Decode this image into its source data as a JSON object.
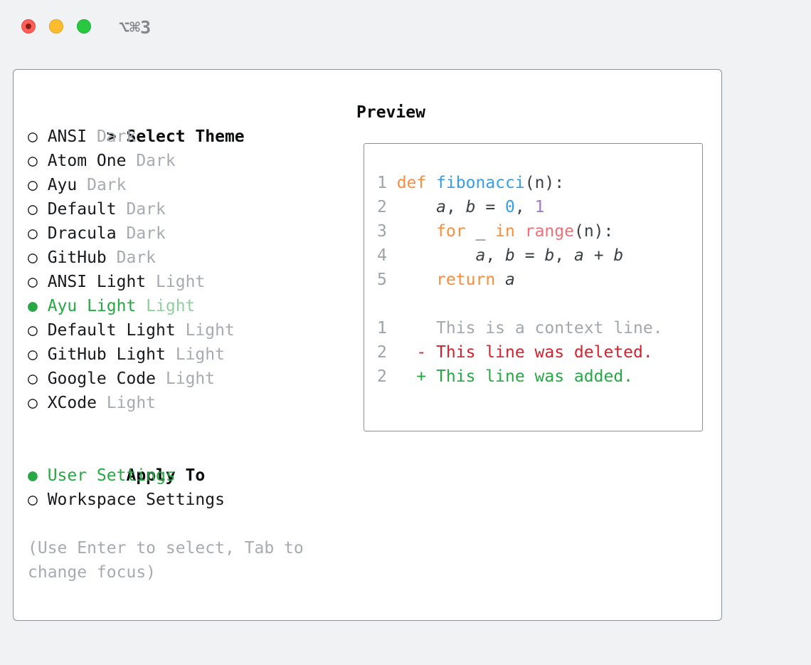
{
  "window": {
    "title": "⌥⌘3",
    "controls": {
      "close_color": "#ff5f57",
      "minimize_color": "#febc2e",
      "zoom_color": "#28c840"
    }
  },
  "theme_selector": {
    "prompt": ">",
    "heading": "Select Theme",
    "items": [
      {
        "label": "ANSI",
        "variant": "Dark",
        "selected": false
      },
      {
        "label": "Atom One",
        "variant": "Dark",
        "selected": false
      },
      {
        "label": "Ayu",
        "variant": "Dark",
        "selected": false
      },
      {
        "label": "Default",
        "variant": "Dark",
        "selected": false
      },
      {
        "label": "Dracula",
        "variant": "Dark",
        "selected": false
      },
      {
        "label": "GitHub",
        "variant": "Dark",
        "selected": false
      },
      {
        "label": "ANSI Light",
        "variant": "Light",
        "selected": false
      },
      {
        "label": "Ayu Light",
        "variant": "Light",
        "selected": true
      },
      {
        "label": "Default Light",
        "variant": "Light",
        "selected": false
      },
      {
        "label": "GitHub Light",
        "variant": "Light",
        "selected": false
      },
      {
        "label": "Google Code",
        "variant": "Light",
        "selected": false
      },
      {
        "label": "XCode",
        "variant": "Light",
        "selected": false
      }
    ]
  },
  "apply_to": {
    "heading": "Apply To",
    "items": [
      {
        "label": "User Settings",
        "selected": true
      },
      {
        "label": "Workspace Settings",
        "selected": false
      }
    ]
  },
  "hint": "(Use Enter to select, Tab to change focus)",
  "preview": {
    "heading": "Preview",
    "lines": [
      {
        "num": "1",
        "tokens": [
          {
            "t": "def",
            "c": "keyword"
          },
          {
            "t": " ",
            "c": "plain"
          },
          {
            "t": "fibonacci",
            "c": "function"
          },
          {
            "t": "(n):",
            "c": "plain"
          }
        ]
      },
      {
        "num": "2",
        "tokens": [
          {
            "t": "    ",
            "c": "plain"
          },
          {
            "t": "a",
            "c": "plain",
            "i": true
          },
          {
            "t": ", ",
            "c": "plain"
          },
          {
            "t": "b",
            "c": "plain",
            "i": true
          },
          {
            "t": " = ",
            "c": "plain"
          },
          {
            "t": "0",
            "c": "number_blue"
          },
          {
            "t": ", ",
            "c": "plain"
          },
          {
            "t": "1",
            "c": "number_purple"
          }
        ]
      },
      {
        "num": "3",
        "tokens": [
          {
            "t": "    ",
            "c": "plain"
          },
          {
            "t": "for",
            "c": "keyword"
          },
          {
            "t": " _ ",
            "c": "plain"
          },
          {
            "t": "in",
            "c": "keyword"
          },
          {
            "t": " ",
            "c": "plain"
          },
          {
            "t": "range",
            "c": "builtin"
          },
          {
            "t": "(n):",
            "c": "plain"
          }
        ]
      },
      {
        "num": "4",
        "tokens": [
          {
            "t": "        ",
            "c": "plain"
          },
          {
            "t": "a",
            "c": "plain",
            "i": true
          },
          {
            "t": ", ",
            "c": "plain"
          },
          {
            "t": "b",
            "c": "plain",
            "i": true
          },
          {
            "t": " = ",
            "c": "plain"
          },
          {
            "t": "b",
            "c": "plain",
            "i": true
          },
          {
            "t": ", ",
            "c": "plain"
          },
          {
            "t": "a",
            "c": "plain",
            "i": true
          },
          {
            "t": " + ",
            "c": "plain"
          },
          {
            "t": "b",
            "c": "plain",
            "i": true
          }
        ]
      },
      {
        "num": "5",
        "tokens": [
          {
            "t": "    ",
            "c": "plain"
          },
          {
            "t": "return",
            "c": "keyword"
          },
          {
            "t": " ",
            "c": "plain"
          },
          {
            "t": "a",
            "c": "plain",
            "i": true
          }
        ]
      },
      {
        "num": null,
        "tokens": []
      },
      {
        "num": "1",
        "tokens": [
          {
            "t": "    This is a context line.",
            "c": "context"
          }
        ]
      },
      {
        "num": "2",
        "tokens": [
          {
            "t": "  - This line was deleted.",
            "c": "deleted"
          }
        ]
      },
      {
        "num": "2",
        "tokens": [
          {
            "t": "  + This line was added.",
            "c": "added"
          }
        ]
      }
    ]
  },
  "colors": {
    "accent_green": "#28a745",
    "muted_green": "#90d09f",
    "text": "#17191c",
    "gray": "#a7abb0",
    "keyword": "#fa8d3e",
    "function": "#399ee6",
    "number_blue": "#399ee6",
    "number_purple": "#a37acc",
    "builtin": "#f07178",
    "plain": "#3b4045",
    "line_number": "#9da3a8",
    "context": "#a2a8ad",
    "deleted": "#d1242f",
    "added": "#28a745"
  }
}
